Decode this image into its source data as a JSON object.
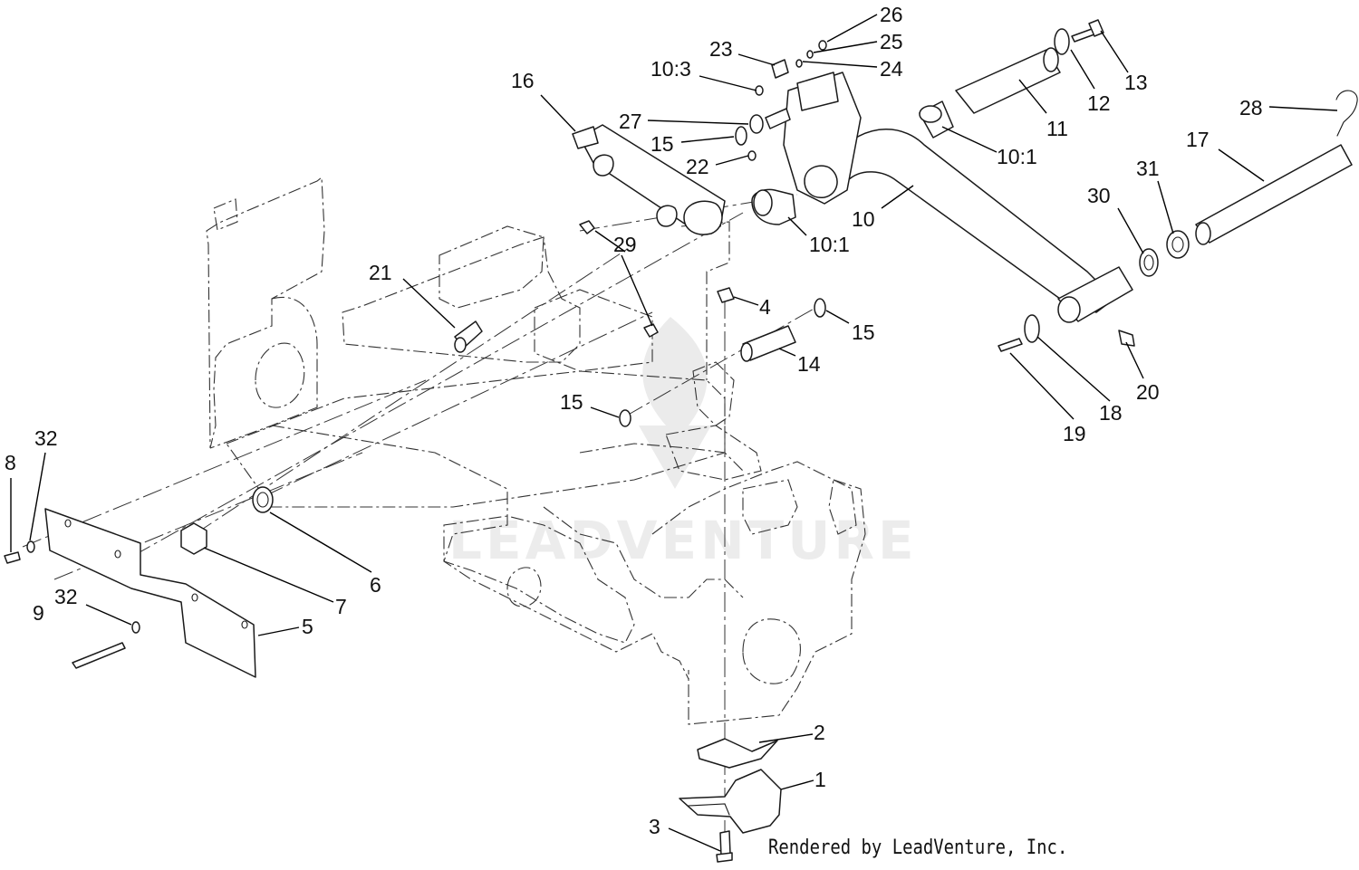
{
  "credit": "Rendered by LeadVenture, Inc.",
  "watermark": "LEADVENTURE",
  "callouts": [
    "26",
    "25",
    "24",
    "23",
    "10:3",
    "16",
    "27",
    "15",
    "22",
    "13",
    "12",
    "11",
    "10:1",
    "28",
    "17",
    "31",
    "30",
    "10",
    "10:1",
    "29",
    "21",
    "4",
    "15",
    "14",
    "15",
    "20",
    "18",
    "19",
    "8",
    "32",
    "6",
    "7",
    "32",
    "9",
    "5",
    "2",
    "1",
    "3"
  ]
}
